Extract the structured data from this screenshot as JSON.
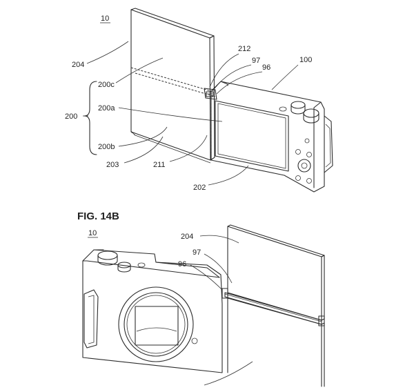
{
  "top_figure": {
    "ref_number": "10",
    "labels": {
      "l204": "204",
      "l212": "212",
      "l97": "97",
      "l96": "96",
      "l100": "100",
      "l200c": "200c",
      "l200": "200",
      "l200a": "200a",
      "l200b": "200b",
      "l203": "203",
      "l211": "211",
      "l202": "202"
    }
  },
  "bottom_figure": {
    "title": "FIG. 14B",
    "ref_number": "10",
    "labels": {
      "l204": "204",
      "l97": "97",
      "l96": "96"
    }
  }
}
